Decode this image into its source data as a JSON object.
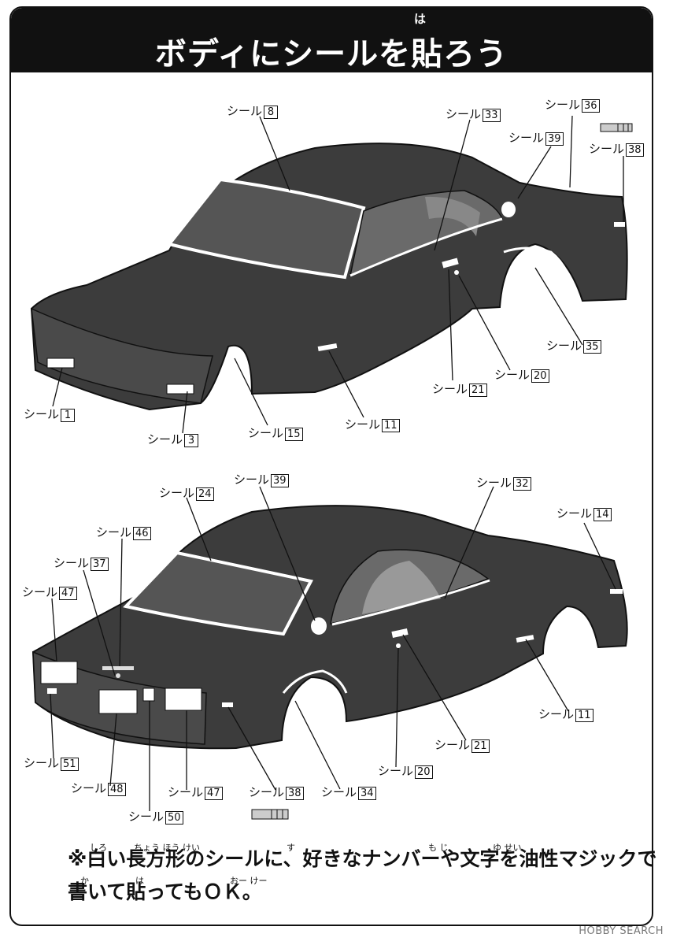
{
  "title": "ボディにシールを貼ろう",
  "title_ruby": "は",
  "seal_word": "シール",
  "labels": {
    "l8": "8",
    "l33": "33",
    "l36": "36",
    "l39a": "39",
    "l38a": "38",
    "l35": "35",
    "l20a": "20",
    "l21a": "21",
    "l11a": "11",
    "l15": "15",
    "l1": "1",
    "l3": "3",
    "l39b": "39",
    "l32": "32",
    "l24": "24",
    "l14": "14",
    "l46": "46",
    "l37": "37",
    "l47a": "47",
    "l11b": "11",
    "l21b": "21",
    "l20b": "20",
    "l51": "51",
    "l48": "48",
    "l47b": "47",
    "l38b": "38",
    "l34": "34",
    "l50": "50"
  },
  "note": {
    "line1": "※白い長方形のシールに、好きなナンバーや文字を油性マジックで",
    "line2": "書いて貼ってもＯＫ。",
    "ruby": {
      "shiro": "しろ",
      "chouhoukei": "ちょう ほう けい",
      "su": "す",
      "moji": "も じ",
      "yusei": "ゆ せい",
      "ka": "か",
      "ha": "は",
      "ok": "おー けー"
    }
  },
  "watermark": "HOBBY SEARCH",
  "colors": {
    "body": "#3c3c3c",
    "black": "#111111",
    "white": "#ffffff"
  }
}
